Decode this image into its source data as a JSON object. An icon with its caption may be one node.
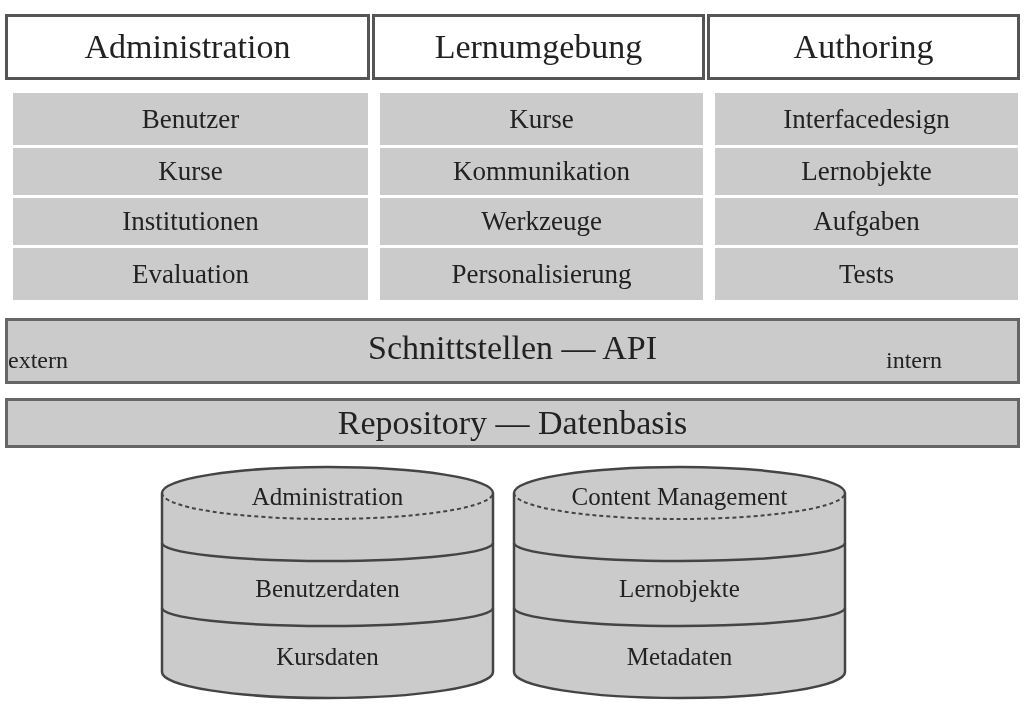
{
  "diagram": {
    "nodes": [
      {
        "text": [
          "Administration"
        ]
      },
      {
        "text": [
          "Lernumgebung"
        ]
      },
      {
        "text": [
          "Authoring"
        ]
      },
      {
        "text": [
          "Benutzer"
        ]
      },
      {
        "text": [
          "Kurse"
        ]
      },
      {
        "text": [
          "Interfacedesign"
        ]
      },
      {
        "text": [
          "Kurse"
        ]
      },
      {
        "text": [
          "Kommunikation"
        ]
      },
      {
        "text": [
          "Lernobjekte"
        ]
      },
      {
        "text": [
          "Institutionen"
        ]
      },
      {
        "text": [
          "Werkzeuge"
        ]
      },
      {
        "text": [
          "Aufgaben"
        ]
      },
      {
        "text": [
          "Evaluation"
        ]
      },
      {
        "text": [
          "Personalisierung"
        ]
      },
      {
        "text": [
          "Tests"
        ]
      },
      {
        "text": [
          "extern",
          "Schnittstellen — API",
          "intern"
        ]
      },
      {
        "text": [
          "Repository — Datenbasis"
        ]
      },
      {
        "text": [
          "Administration",
          "Benutzerdaten",
          "Kursdaten"
        ]
      },
      {
        "text": [
          "Content Management",
          "Lernobjekte",
          "Metadaten"
        ]
      }
    ]
  }
}
